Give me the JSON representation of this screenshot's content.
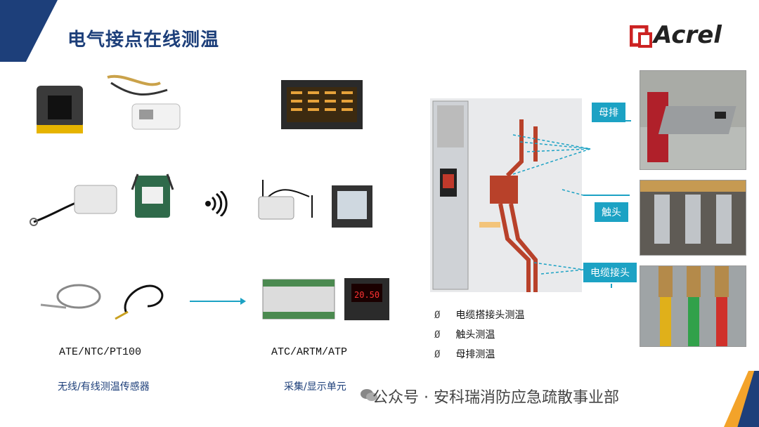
{
  "title": "电气接点在线测温",
  "logo": {
    "text": "Acrel",
    "brand_color": "#cc2222"
  },
  "sensors": {
    "model_label": "ATE/NTC/PT100",
    "caption": "无线/有线测温传感器"
  },
  "collectors": {
    "model_label": "ATC/ARTM/ATP",
    "caption": "采集/显示单元"
  },
  "callouts": {
    "busbar": "母排",
    "contact": "触头",
    "cable_joint": "电缆接头"
  },
  "bullets": [
    {
      "mark": "Ø",
      "text": "电缆搭接头测温"
    },
    {
      "mark": "Ø",
      "text": "触头测温"
    },
    {
      "mark": "Ø",
      "text": "母排测温"
    }
  ],
  "footer": {
    "text": "公众号 · 安科瑞消防应急疏散事业部"
  },
  "colors": {
    "navy": "#1d3f7a",
    "orange": "#f3a32a",
    "teal": "#1ca2c4"
  }
}
